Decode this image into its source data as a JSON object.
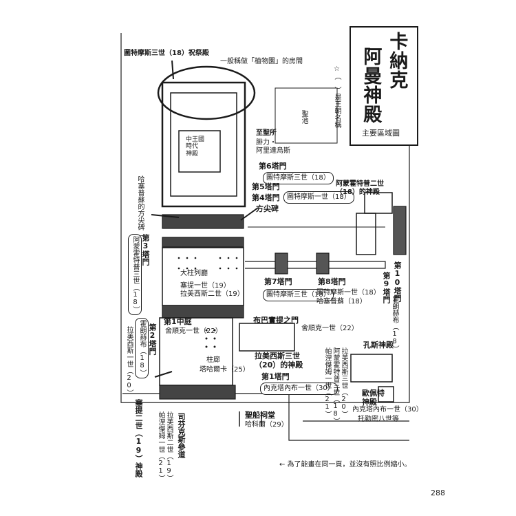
{
  "title": {
    "line1": "卡納克",
    "line2": "阿曼神殿",
    "subtitle": "主要區域圖"
  },
  "note_dynasty": "☆（　）是王朝名稱",
  "note_scale": "← 為了能畫在同一頁，並沒有照比例縮小。",
  "page_number": "288",
  "labels": {
    "festival_hall": "圖特摩斯三世（18）祝祭殿",
    "botanic_room": "一般稱做「植物園」的房間",
    "middle_kingdom": "中王國\n時代\n神殿",
    "sanctuary_title": "至聖所",
    "sanctuary_sub": "腓力・\n阿里達烏斯",
    "pylon6": "第6塔門",
    "pylon6_builder": "圖特摩斯三世（18）",
    "pylon5": "第5塔門",
    "pylon4": "第4塔門",
    "pylon45_builder": "圖特摩斯一世（18）",
    "obelisk": "方尖碑",
    "hatshepsut_obelisk": "哈塞普蘇的方尖碑（18）",
    "pylon3": "第3塔門",
    "pylon3_builder": "阿蒙霍特普三世（18）",
    "hypostyle": "大柱列廳",
    "hypostyle_b1": "塞提一世（19）",
    "hypostyle_b2": "拉美西斯二世（19）",
    "pylon2": "第2塔門",
    "pylon2_builder": "霍朗赫布（18）",
    "ramesses1": "拉美西斯一世（20）",
    "court1": "第1中庭",
    "court1_builder": "舍順克一世（22）",
    "colonnade": "柱廊",
    "taharqa": "塔哈爾卡（25）",
    "bubastite": "布巴實提之門",
    "bubastite_builder": "舍順克一世（22）",
    "ramesses3_temple": "拉美西斯三世（20）的神殿",
    "pylon1": "第1塔門",
    "pylon1_builder": "內克塔內布一世（30）",
    "pylon7": "第7塔門",
    "pylon7_builder": "圖特摩斯三世（18）",
    "pylon8": "第8塔門",
    "pylon8_b1": "圖特摩斯一世（18）",
    "pylon8_b2": "哈塞普蘇（18）",
    "pylon9": "第9塔門",
    "pylon10": "第10塔門",
    "pylon910_builder": "霍朗赫布（18）",
    "amenhotep2_temple": "阿蒙霍特普二世（18）的神殿",
    "sacred_lake": "聖池",
    "khonsu": "孔斯神殿",
    "khonsu_b1": "阿蒙霍特普三世（18）",
    "khonsu_b2": "拉美西斯三世（20）",
    "khonsu_b3": "帕涅傑姆一世（21）",
    "opet": "歐佩特神殿",
    "opet_b1": "內克塔內布一世（30）",
    "opet_b2": "托勒密八世等",
    "seti2": "塞提二世（19）神殿",
    "sphinx": "司芬克斯參道",
    "sphinx_b1": "拉美西斯二世（19）",
    "sphinx_b2": "帕涅傑姆一世（21）",
    "barque": "聖船祠堂",
    "barque_builder": "哈科爾（29）"
  }
}
